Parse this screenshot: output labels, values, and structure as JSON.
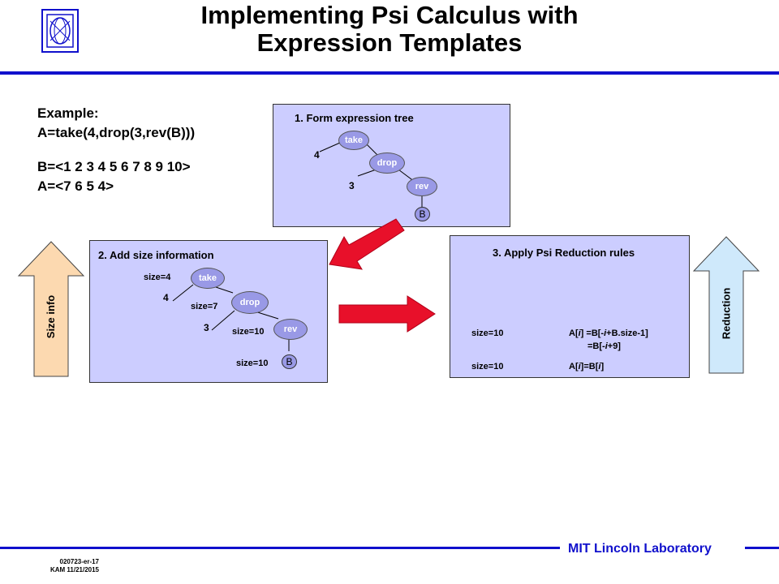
{
  "slide": {
    "title_line1": "Implementing Psi Calculus with",
    "title_line2": "Expression Templates",
    "footer_lab": "MIT Lincoln Laboratory",
    "footer_code": "020723-er-17",
    "footer_author": "KAM 11/21/2015"
  },
  "example": {
    "heading": "Example:",
    "expr": "A=take(4,drop(3,rev(B)))",
    "b_value": "B=<1 2 3 4 5 6 7 8 9 10>",
    "a_value": "A=<7 6 5 4>"
  },
  "panel1": {
    "title": "1. Form expression tree",
    "node_take": "take",
    "node_drop": "drop",
    "node_rev": "rev",
    "node_b": "B",
    "arg_4": "4",
    "arg_3": "3"
  },
  "panel2": {
    "title": "2. Add size information",
    "node_take": "take",
    "node_drop": "drop",
    "node_rev": "rev",
    "node_b": "B",
    "arg_4": "4",
    "arg_3": "3",
    "size_take": "size=4",
    "size_drop": "size=7",
    "size_rev": "size=10",
    "size_b": "size=10"
  },
  "panel3": {
    "title": "3. Apply Psi Reduction rules",
    "row1_size": "size=10",
    "row1_a": "A[",
    "row1_i": "i",
    "row1_b": "] =B[-",
    "row1_i2": "i",
    "row1_c": "+B.size-1]",
    "row1_line2_a": "=B[-",
    "row1_line2_i": "i",
    "row1_line2_b": "+9]",
    "row2_size": "size=10",
    "row2_a": "A[",
    "row2_i": "i",
    "row2_b": "]=B[",
    "row2_i2": "i",
    "row2_c": "]"
  },
  "side": {
    "left_label": "Size info",
    "right_label": "Reduction"
  },
  "colors": {
    "accent_blue": "#1010cc",
    "panel_bg": "#cccdff",
    "node_fill": "#9999e6",
    "arrow_red": "#e8102a",
    "size_arrow": "#fcd9b0",
    "reduction_arrow": "#cfe9fb"
  }
}
